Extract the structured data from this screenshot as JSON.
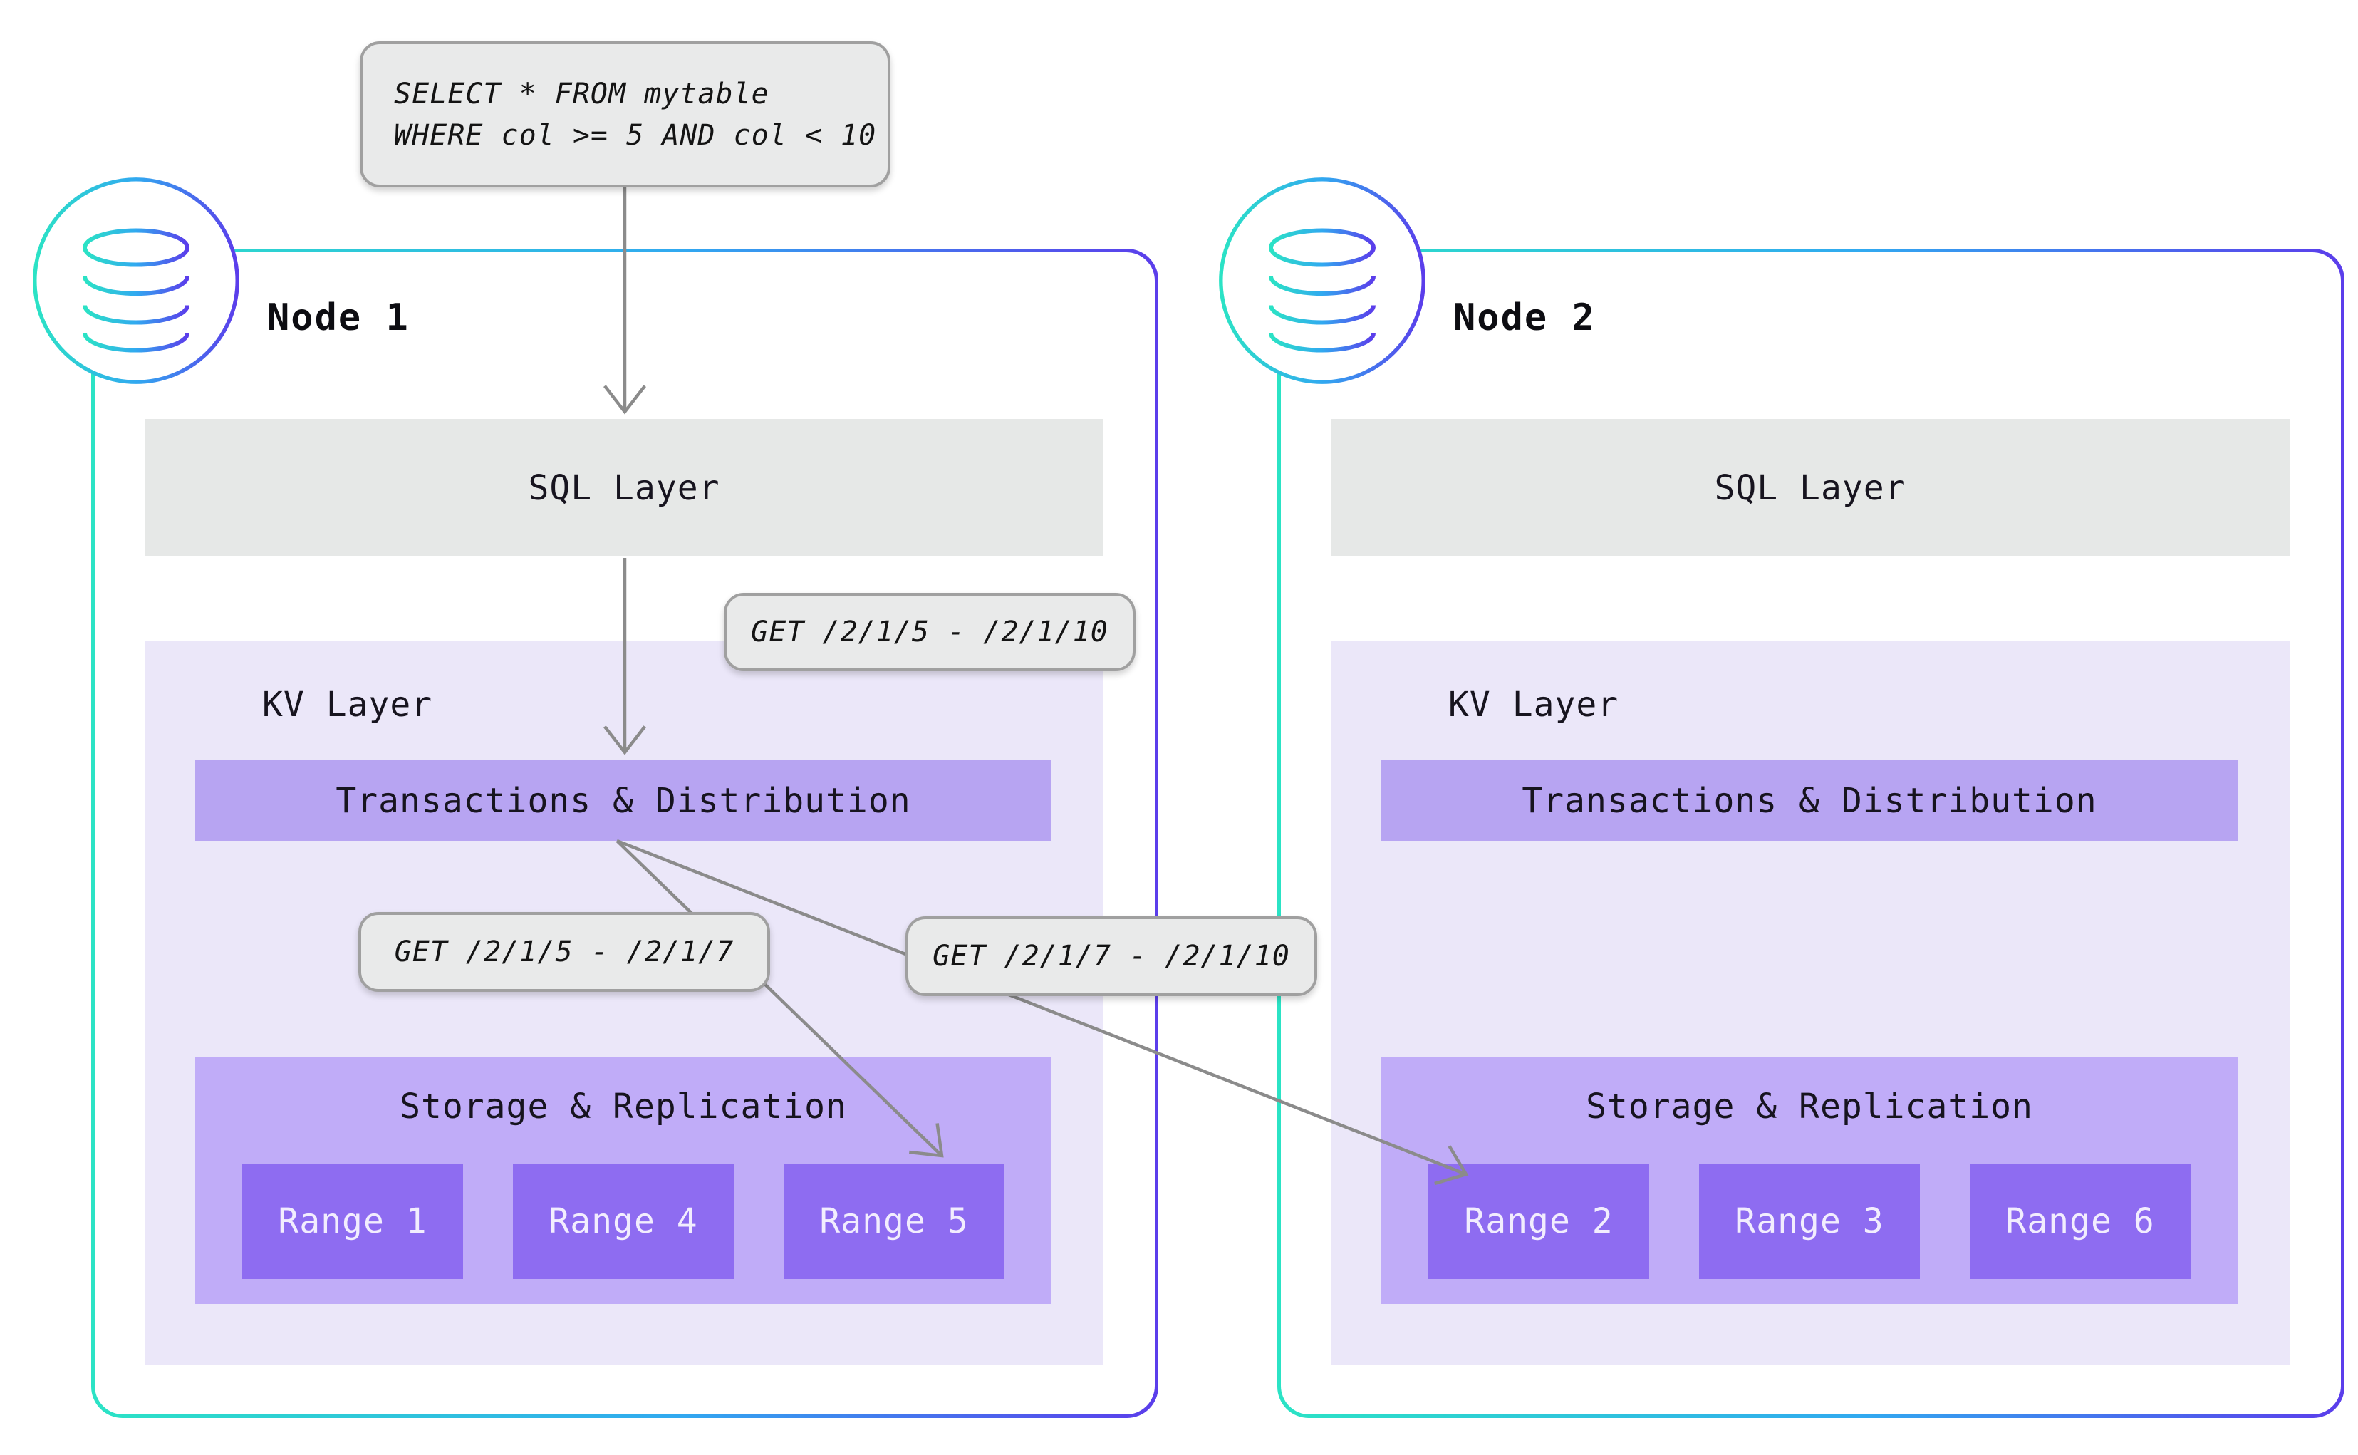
{
  "query": {
    "line1": "SELECT * FROM mytable",
    "line2": "WHERE col >= 5 AND col < 10"
  },
  "get_labels": [
    "GET /2/1/5 - /2/1/10",
    "GET /2/1/5 - /2/1/7",
    "GET /2/1/7 - /2/1/10"
  ],
  "nodes": [
    {
      "title": "Node 1",
      "icon": "database-cylinder-icon",
      "sql_layer_label": "SQL Layer",
      "kv_layer_label": "KV Layer",
      "transactions_label": "Transactions & Distribution",
      "storage_label": "Storage & Replication",
      "ranges": [
        "Range 1",
        "Range 4",
        "Range 5"
      ]
    },
    {
      "title": "Node 2",
      "icon": "database-cylinder-icon",
      "sql_layer_label": "SQL Layer",
      "kv_layer_label": "KV Layer",
      "transactions_label": "Transactions & Distribution",
      "storage_label": "Storage & Replication",
      "ranges": [
        "Range 2",
        "Range 3",
        "Range 6"
      ]
    }
  ],
  "colors": {
    "node_border_teal": "#2be3c5",
    "node_border_blue": "#31a9f0",
    "node_border_indigo": "#5b3deb",
    "sql_layer_bg": "#e6e8e7",
    "kv_layer_bg": "#ebe7f9",
    "transactions_bar_bg": "#b7a4f2",
    "storage_bg": "#c0acf8",
    "range_bg": "#8e6cf1",
    "range_text": "#f2edfe",
    "label_bg": "#e9eaea",
    "label_border": "#a0a0a0",
    "arrow": "#8b8b8b"
  }
}
